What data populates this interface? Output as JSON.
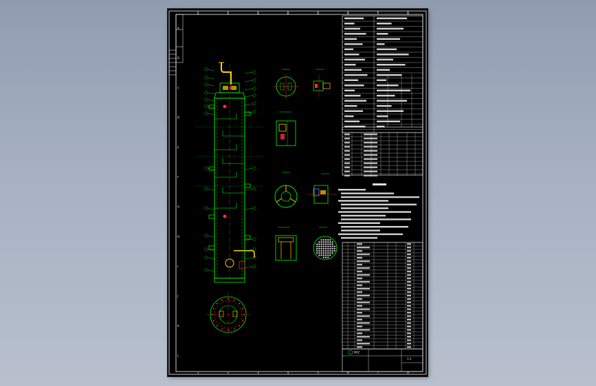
{
  "viewport": {
    "background_top": "#8f9cb0",
    "background_bottom": "#b8c0ce"
  },
  "drawing": {
    "sheet_color": "#000000",
    "frame_color": "#ffffff",
    "accent_colors": {
      "outline": "#00ff00",
      "center_lines": "#ff3030",
      "annotation": "#ffff00",
      "dimension": "#00ffff",
      "hatch": "#ff00ff"
    },
    "border_zone_numbers": [
      "1",
      "2",
      "3",
      "4",
      "5",
      "6",
      "7",
      "8"
    ],
    "border_zone_letters": [
      "A",
      "B",
      "C",
      "D",
      "E",
      "F",
      "G",
      "H",
      "I",
      "J",
      "K",
      "L"
    ],
    "title_block": {
      "logo_text": "NUC",
      "scale": "1:1"
    }
  }
}
